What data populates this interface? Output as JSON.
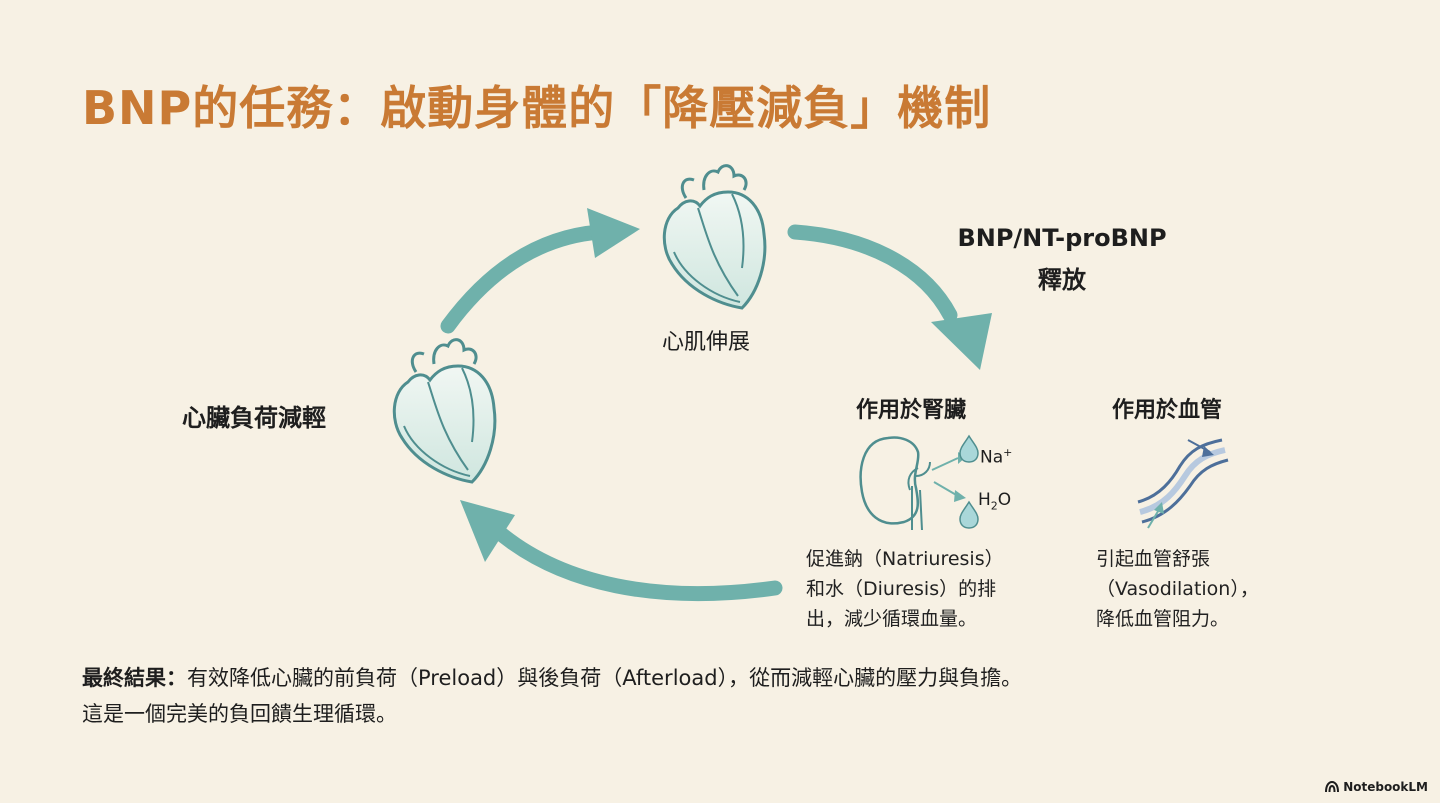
{
  "title": "BNP的任務：啟動身體的「降壓減負」機制",
  "nodes": {
    "stretch_label": "心肌伸展",
    "relief_label": "心臟負荷減輕",
    "release_line1": "BNP/NT-proBNP",
    "release_line2": "釋放"
  },
  "kidney": {
    "heading": "作用於腎臟",
    "sodium": "Na",
    "sodium_sup": "+",
    "water_h": "H",
    "water_sub": "2",
    "water_o": "O",
    "desc": [
      "促進鈉（Natriuresis）",
      "和水（Diuresis）的排",
      "出，減少循環血量。"
    ]
  },
  "vessel": {
    "heading": "作用於血管",
    "desc": [
      "引起血管舒張",
      "（Vasodilation），",
      "降低血管阻力。"
    ]
  },
  "result": {
    "lead": "最終結果：",
    "line1": "有效降低心臟的前負荷（Preload）與後負荷（Afterload），從而減輕心臟的壓力與負擔。",
    "line2": "這是一個完美的負回饋生理循環。"
  },
  "brand": "NotebookLM",
  "colors": {
    "title": "#c97a34",
    "arrow": "#6fb1ab",
    "icon_stroke": "#4f8e8f",
    "icon_fill": "#e5f1ec",
    "background": "#f7f1e4"
  },
  "icons": [
    "heart-icon",
    "kidney-icon",
    "water-drop-icon",
    "blood-vessel-icon",
    "notebooklm-logo-icon"
  ]
}
